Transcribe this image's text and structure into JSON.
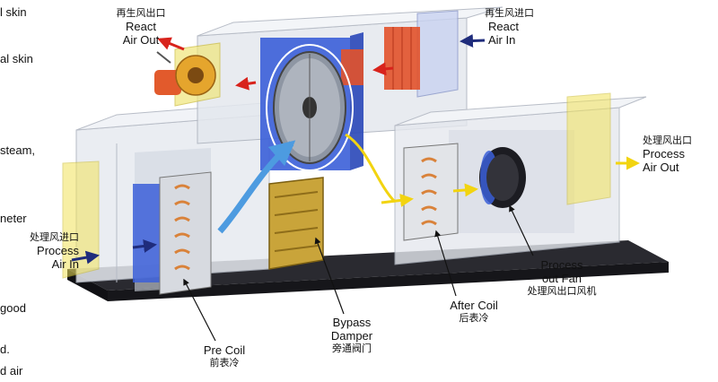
{
  "left_text_fragments": [
    "l skin",
    "al skin",
    "steam,",
    "neter",
    "good",
    "d.",
    "d   air"
  ],
  "labels": {
    "regen_out": {
      "zh": "再生风出口",
      "en1": "React",
      "en2": "Air Out"
    },
    "regen_in": {
      "zh": "再生风进口",
      "en1": "React",
      "en2": "Air In"
    },
    "process_out": {
      "zh": "处理风出口",
      "en1": "Process",
      "en2": "Air Out"
    },
    "process_in": {
      "zh": "处理风进口",
      "en1": "Process",
      "en2": "Air In"
    },
    "pre_coil": {
      "en": "Pre Coil",
      "zh": "前表冷"
    },
    "bypass_damper": {
      "en1": "Bypass",
      "en2": "Damper",
      "zh": "旁通阀门"
    },
    "after_coil": {
      "en": "After Coil",
      "zh": "后表冷"
    },
    "process_fan": {
      "en1": "Process",
      "en2": "out Fan",
      "zh": "处理风出口风机"
    }
  },
  "colors": {
    "frame": "#1e1e22",
    "housing": "#dfe3ea",
    "blue_panel": "#3b5fd8",
    "filter_yellow": "#f2e35a",
    "heater_red": "#e2522a",
    "coil_copper": "#d9823a",
    "damper_gold": "#c9a43a",
    "arrow_red": "#d8231c",
    "arrow_navy": "#1f2c7c",
    "arrow_yellow": "#f2d410",
    "arrow_blue": "#4d9be0"
  }
}
